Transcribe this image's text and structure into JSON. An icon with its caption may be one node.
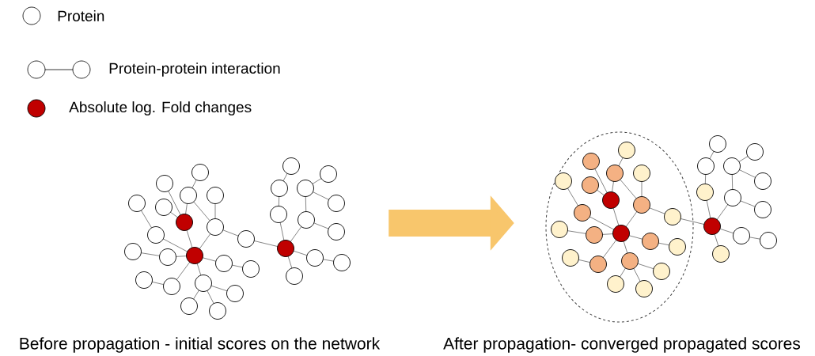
{
  "diagram": {
    "nodes": [
      {
        "text": [],
        "shape": "picture",
        "beside": [
          "Before propagation - initial scores on the network"
        ]
      },
      {
        "text": [],
        "shape": "picture",
        "beside": [
          "After propagation- converged propagated scores"
        ]
      }
    ],
    "edges": [
      {
        "from": 0,
        "to": 1,
        "arrow": "to"
      }
    ],
    "legend": [
      {
        "text": "Protein"
      },
      {
        "text": "Protein-protein interaction"
      },
      {
        "text": "Absolute log. Fold changes",
        "color": "#c00000"
      }
    ]
  }
}
